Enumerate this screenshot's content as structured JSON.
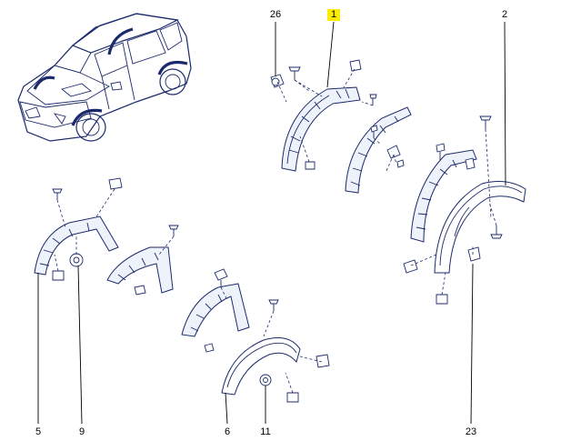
{
  "callouts": [
    {
      "id": "26",
      "highlight": false
    },
    {
      "id": "1",
      "highlight": true
    },
    {
      "id": "2",
      "highlight": false
    },
    {
      "id": "5",
      "highlight": false
    },
    {
      "id": "9",
      "highlight": false
    },
    {
      "id": "6",
      "highlight": false
    },
    {
      "id": "11",
      "highlight": false
    },
    {
      "id": "23",
      "highlight": false
    }
  ],
  "colors": {
    "line": "#1b2a6b",
    "highlight": "#ffeb00",
    "leader": "#000000"
  }
}
